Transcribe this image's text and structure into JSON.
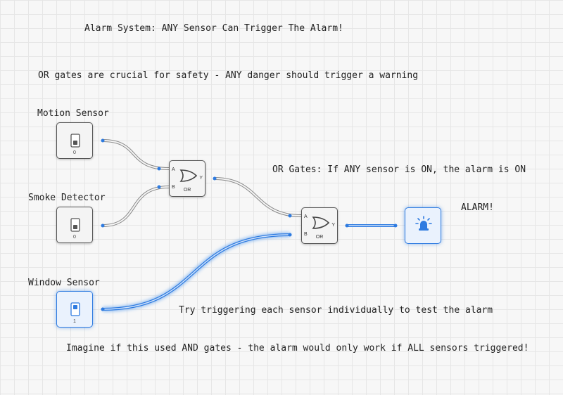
{
  "title": "Alarm System: ANY Sensor Can Trigger The Alarm!",
  "notes": {
    "safety": "OR gates are crucial for safety - ANY danger should trigger a warning",
    "or_gates": "OR Gates: If ANY sensor is ON, the alarm is ON",
    "try": "Try triggering each sensor individually to test the alarm",
    "imagine": "Imagine if this used AND gates - the alarm would only work if ALL sensors triggered!"
  },
  "sensors": [
    {
      "label": "Motion Sensor",
      "value": "0",
      "state": "off"
    },
    {
      "label": "Smoke Detector",
      "value": "0",
      "state": "off"
    },
    {
      "label": "Window Sensor",
      "value": "1",
      "state": "on"
    }
  ],
  "gates": [
    {
      "type": "OR",
      "input_a": "A",
      "input_b": "B",
      "output": "Y",
      "state": "off"
    },
    {
      "type": "OR",
      "input_a": "A",
      "input_b": "B",
      "output": "Y",
      "state": "on"
    }
  ],
  "output": {
    "label": "ALARM!",
    "state": "on",
    "icon": "siren-light-icon"
  },
  "colors": {
    "active": "#2e7be0",
    "inactive_wire": "#8a8a8a",
    "grid": "#e6e6e6"
  }
}
